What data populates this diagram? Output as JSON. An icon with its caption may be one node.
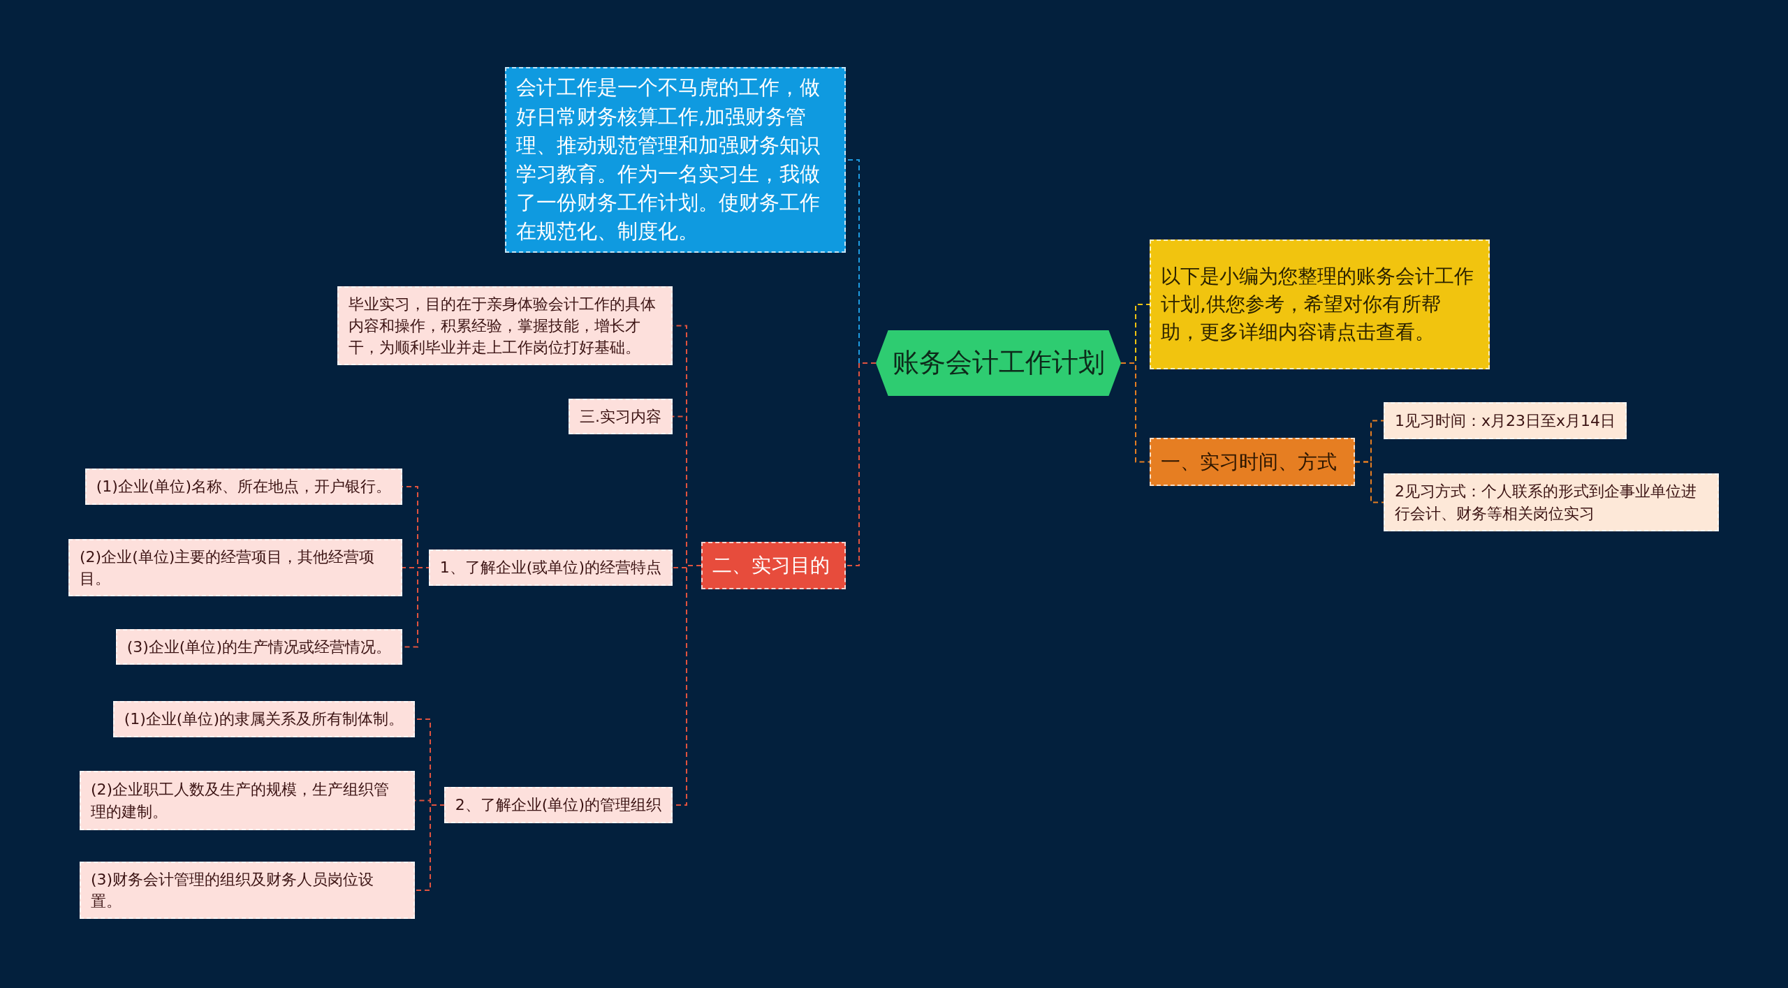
{
  "diagram": {
    "nodes": [
      {
        "text": [
          "账务会计工作计划"
        ]
      },
      {
        "text": [
          "会计工作是一个不马虎的工作，做好日常财务核算工作,加强财务管理、推动规范管理和加强财务知识学习教育。作为一名实习生，我做了一份财务工作计划。使财务工作在规范化、制度化。"
        ]
      },
      {
        "text": [
          "毕业实习，目的在于亲身体验会计工作的具体内容和操作，积累经验，掌握技能，增长才干，为顺利毕业并走上工作岗位打好基础。"
        ]
      },
      {
        "text": [
          "三.实习内容"
        ]
      },
      {
        "text": [
          "二、实习目的"
        ]
      },
      {
        "text": [
          "1、了解企业(或单位)的经营特点"
        ]
      },
      {
        "text": [
          "(1)企业(单位)名称、所在地点，开户银行。"
        ]
      },
      {
        "text": [
          "(2)企业(单位)主要的经营项目，其他经营项目。"
        ]
      },
      {
        "text": [
          "(3)企业(单位)的生产情况或经营情况。"
        ]
      },
      {
        "text": [
          "2、了解企业(单位)的管理组织"
        ]
      },
      {
        "text": [
          "(1)企业(单位)的隶属关系及所有制体制。"
        ]
      },
      {
        "text": [
          "(2)企业职工人数及生产的规模，生产组织管理的建制。"
        ]
      },
      {
        "text": [
          "(3)财务会计管理的组织及财务人员岗位设置。"
        ]
      },
      {
        "text": [
          "以下是小编为您整理的账务会计工作计划,供您参考，希望对你有所帮助，更多详细内容请点击查看。"
        ]
      },
      {
        "text": [
          "一、实习时间、方式"
        ]
      },
      {
        "text": [
          "1见习时间：x月23日至x月14日"
        ]
      },
      {
        "text": [
          "2见习方式：个人联系的形式到企事业单位进行会计、财务等相关岗位实习"
        ]
      }
    ],
    "edges": [
      {
        "from": 0,
        "to": 1,
        "arrow": "none",
        "color": "#1e9be0"
      },
      {
        "from": 0,
        "to": 4,
        "arrow": "none"
      },
      {
        "from": 4,
        "to": 2,
        "arrow": "none"
      },
      {
        "from": 4,
        "to": 3,
        "arrow": "none"
      },
      {
        "from": 4,
        "to": 5,
        "arrow": "none"
      },
      {
        "from": 5,
        "to": 6,
        "arrow": "none"
      },
      {
        "from": 5,
        "to": 7,
        "arrow": "none"
      },
      {
        "from": 5,
        "to": 8,
        "arrow": "none"
      },
      {
        "from": 4,
        "to": 9,
        "arrow": "none"
      },
      {
        "from": 9,
        "to": 10,
        "arrow": "none"
      },
      {
        "from": 9,
        "to": 11,
        "arrow": "none"
      },
      {
        "from": 9,
        "to": 12,
        "arrow": "none"
      },
      {
        "from": 0,
        "to": 13,
        "arrow": "none",
        "color": "#f1c40f"
      },
      {
        "from": 0,
        "to": 14,
        "arrow": "none",
        "color": "#e67e22"
      },
      {
        "from": 14,
        "to": 15,
        "arrow": "none",
        "color": "#e67e22"
      },
      {
        "from": 14,
        "to": 16,
        "arrow": "none",
        "color": "#e67e22"
      }
    ]
  }
}
